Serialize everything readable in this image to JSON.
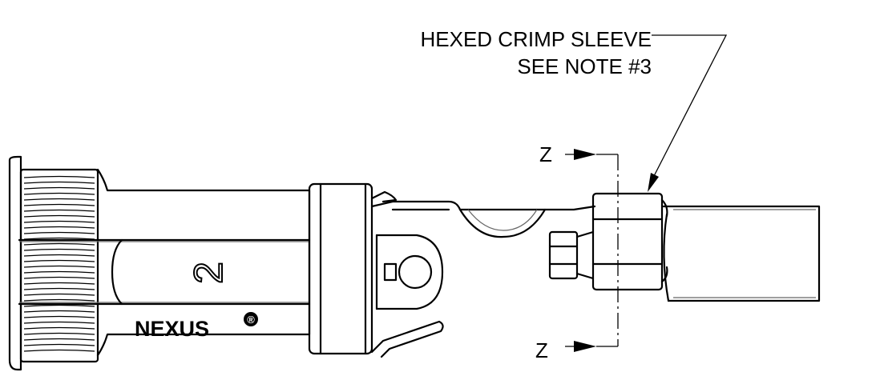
{
  "callout": {
    "line1": "HEXED CRIMP SLEEVE",
    "line2": "SEE NOTE #3"
  },
  "section": {
    "top_label": "Z",
    "bottom_label": "Z"
  },
  "part": {
    "brand": "NEXUS",
    "registered_mark": "®",
    "position_numeral": "2"
  }
}
